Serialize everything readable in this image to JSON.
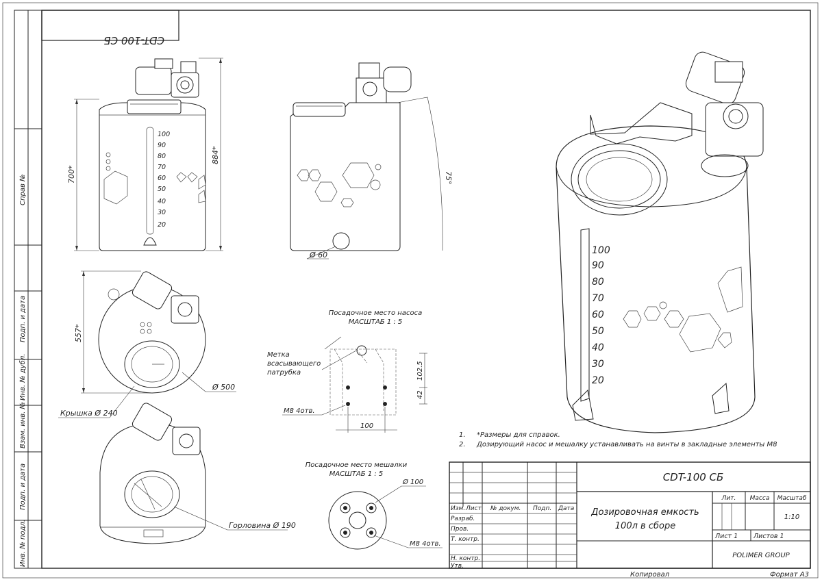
{
  "drawing_code": "CDT-100 СБ",
  "stamp_mirrored": "CDT-100 СБ",
  "side_strip": [
    "Справ №",
    "Подп. и дата",
    "Инв. № дубл.",
    "Взам. инв. №",
    "Подп. и дата",
    "Инв. № подл."
  ],
  "dimensions": {
    "height_700": "700*",
    "height_884": "884*",
    "slant_75": "75°",
    "outlet_60": "Ø 60",
    "width_557": "557*",
    "diameter_500": "Ø 500",
    "lid_240": "Крышка Ø 240",
    "neck_190": "Горловина Ø 190",
    "pump_1025": "102.5",
    "pump_42": "42",
    "pump_100": "100",
    "pump_m8": "M8 4отв.",
    "mixer_100": "Ø 100",
    "mixer_m8": "M8 4отв."
  },
  "scale_marks": [
    "100",
    "90",
    "80",
    "70",
    "60",
    "50",
    "40",
    "30",
    "20"
  ],
  "pump_seat": {
    "title": "Посадочное место насоса",
    "scale": "МАСШТАБ 1 : 5",
    "note": [
      "Метка",
      "всасывающего",
      "патрубка"
    ]
  },
  "mixer_seat": {
    "title": "Посадочное место мешалки",
    "scale": "МАСШТАБ 1 : 5"
  },
  "notes": [
    {
      "num": "1.",
      "text": "*Размеры для справок."
    },
    {
      "num": "2.",
      "text": "Дозирующий насос и мешалку устанавливать на винты в закладные элементы М8"
    }
  ],
  "title_block": {
    "code": "CDT-100 СБ",
    "name_line1": "Дозировочная емкость",
    "name_line2": "100л в сборе",
    "row_labels": [
      "Изм.",
      "Лист",
      "№ докум.",
      "Подп.",
      "Дата"
    ],
    "left_labels": [
      "Разраб.",
      "Пров.",
      "Т. контр.",
      "Н. контр.",
      "Утв."
    ],
    "lit": "Лит.",
    "mass": "Масса",
    "scale_label": "Масштаб",
    "scale_value": "1:10",
    "sheet": "Лист 1",
    "sheets": "Листов 1",
    "org": "POLIMER GROUP"
  },
  "footer": {
    "copied": "Копировал",
    "format": "Формат А3"
  }
}
